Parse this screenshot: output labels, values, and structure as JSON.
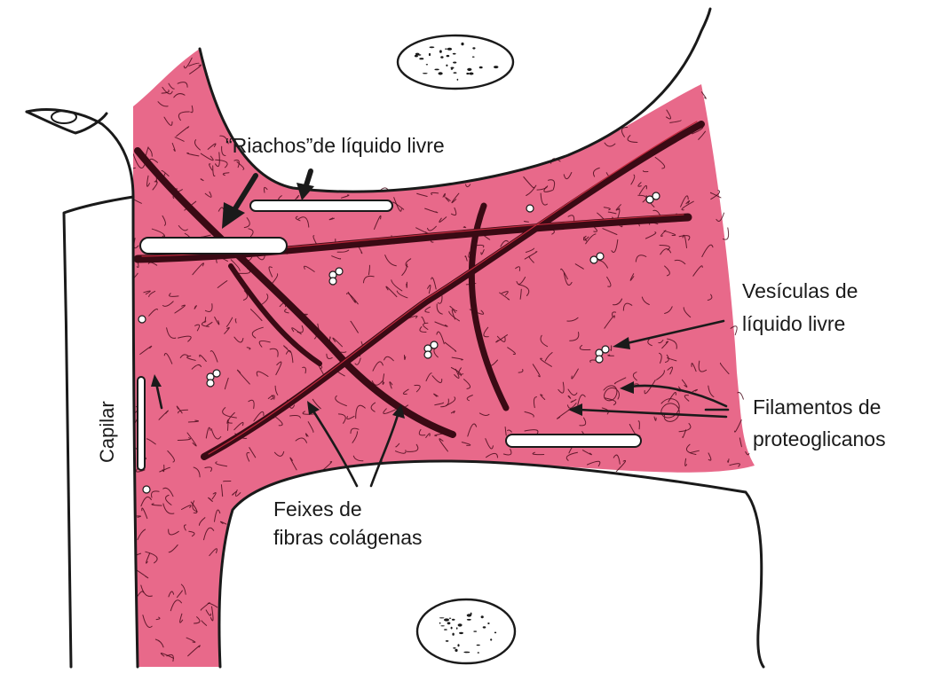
{
  "labels": {
    "streams": "“Riachos”de líquido livre",
    "vesicles_line1": "Vesículas de",
    "vesicles_line2": "líquido livre",
    "filaments_line1": "Filamentos de",
    "filaments_line2": "proteoglicanos",
    "collagen_line1": "Feixes de",
    "collagen_line2": "fibras colágenas",
    "capillary": "Capilar"
  },
  "colors": {
    "interstitium": "#e8698a",
    "collagen_bundle": "#3a0a14",
    "outline": "#1a1a1a",
    "background": "#ffffff"
  }
}
